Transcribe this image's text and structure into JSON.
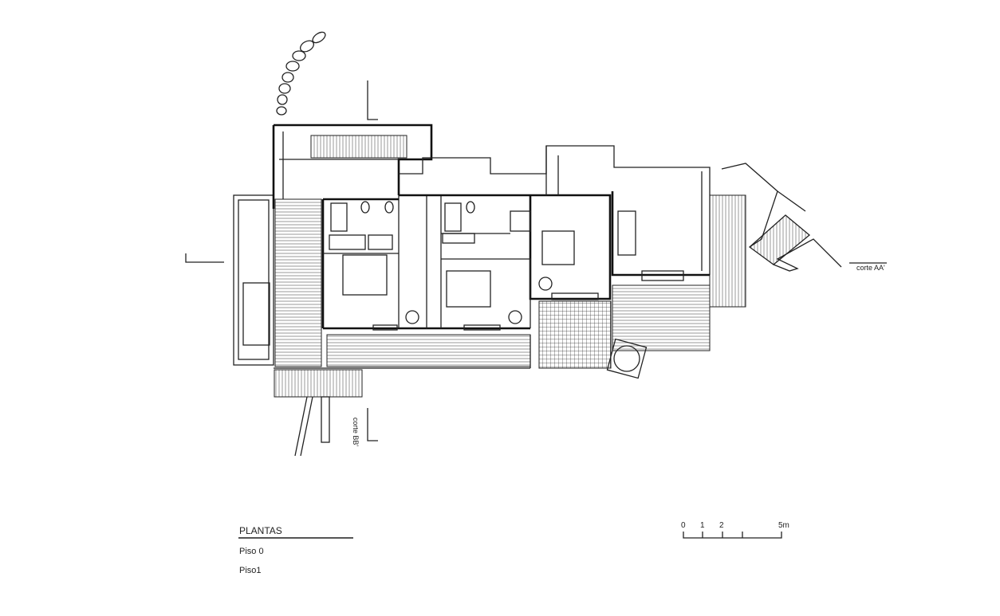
{
  "legend": {
    "title": "PLANTAS",
    "items": [
      "Piso 0",
      "Piso1"
    ]
  },
  "scale_bar": {
    "ticks": [
      "0",
      "1",
      "2",
      "5m"
    ]
  },
  "section_labels": {
    "aa": "corte AA'",
    "bb": "corte BB'"
  }
}
